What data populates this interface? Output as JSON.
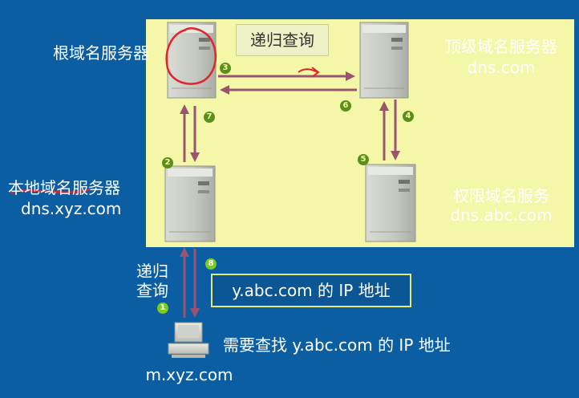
{
  "title": "递归查询",
  "servers": {
    "root": {
      "name": "根域名服务器"
    },
    "tld": {
      "name": "顶级域名服务器",
      "host": "dns.com"
    },
    "local": {
      "name": "本地域名服务器",
      "host": "dns.xyz.com"
    },
    "authoritative": {
      "name": "权限域名服务",
      "host": "dns.abc.com"
    }
  },
  "client": {
    "host": "m.xyz.com",
    "query_text": "需要查找 y.abc.com 的 IP 地址",
    "side_label_line1": "递归",
    "side_label_line2": "查询"
  },
  "answer": "y.abc.com 的 IP 地址",
  "steps": [
    "1",
    "2",
    "3",
    "4",
    "5",
    "6",
    "7",
    "8"
  ],
  "colors": {
    "background": "#0c5ea3",
    "panel": "#f4f7a8",
    "arrow": "#9a5470",
    "step_badge": "#5a8f1a",
    "annotation": "#e0252b"
  }
}
